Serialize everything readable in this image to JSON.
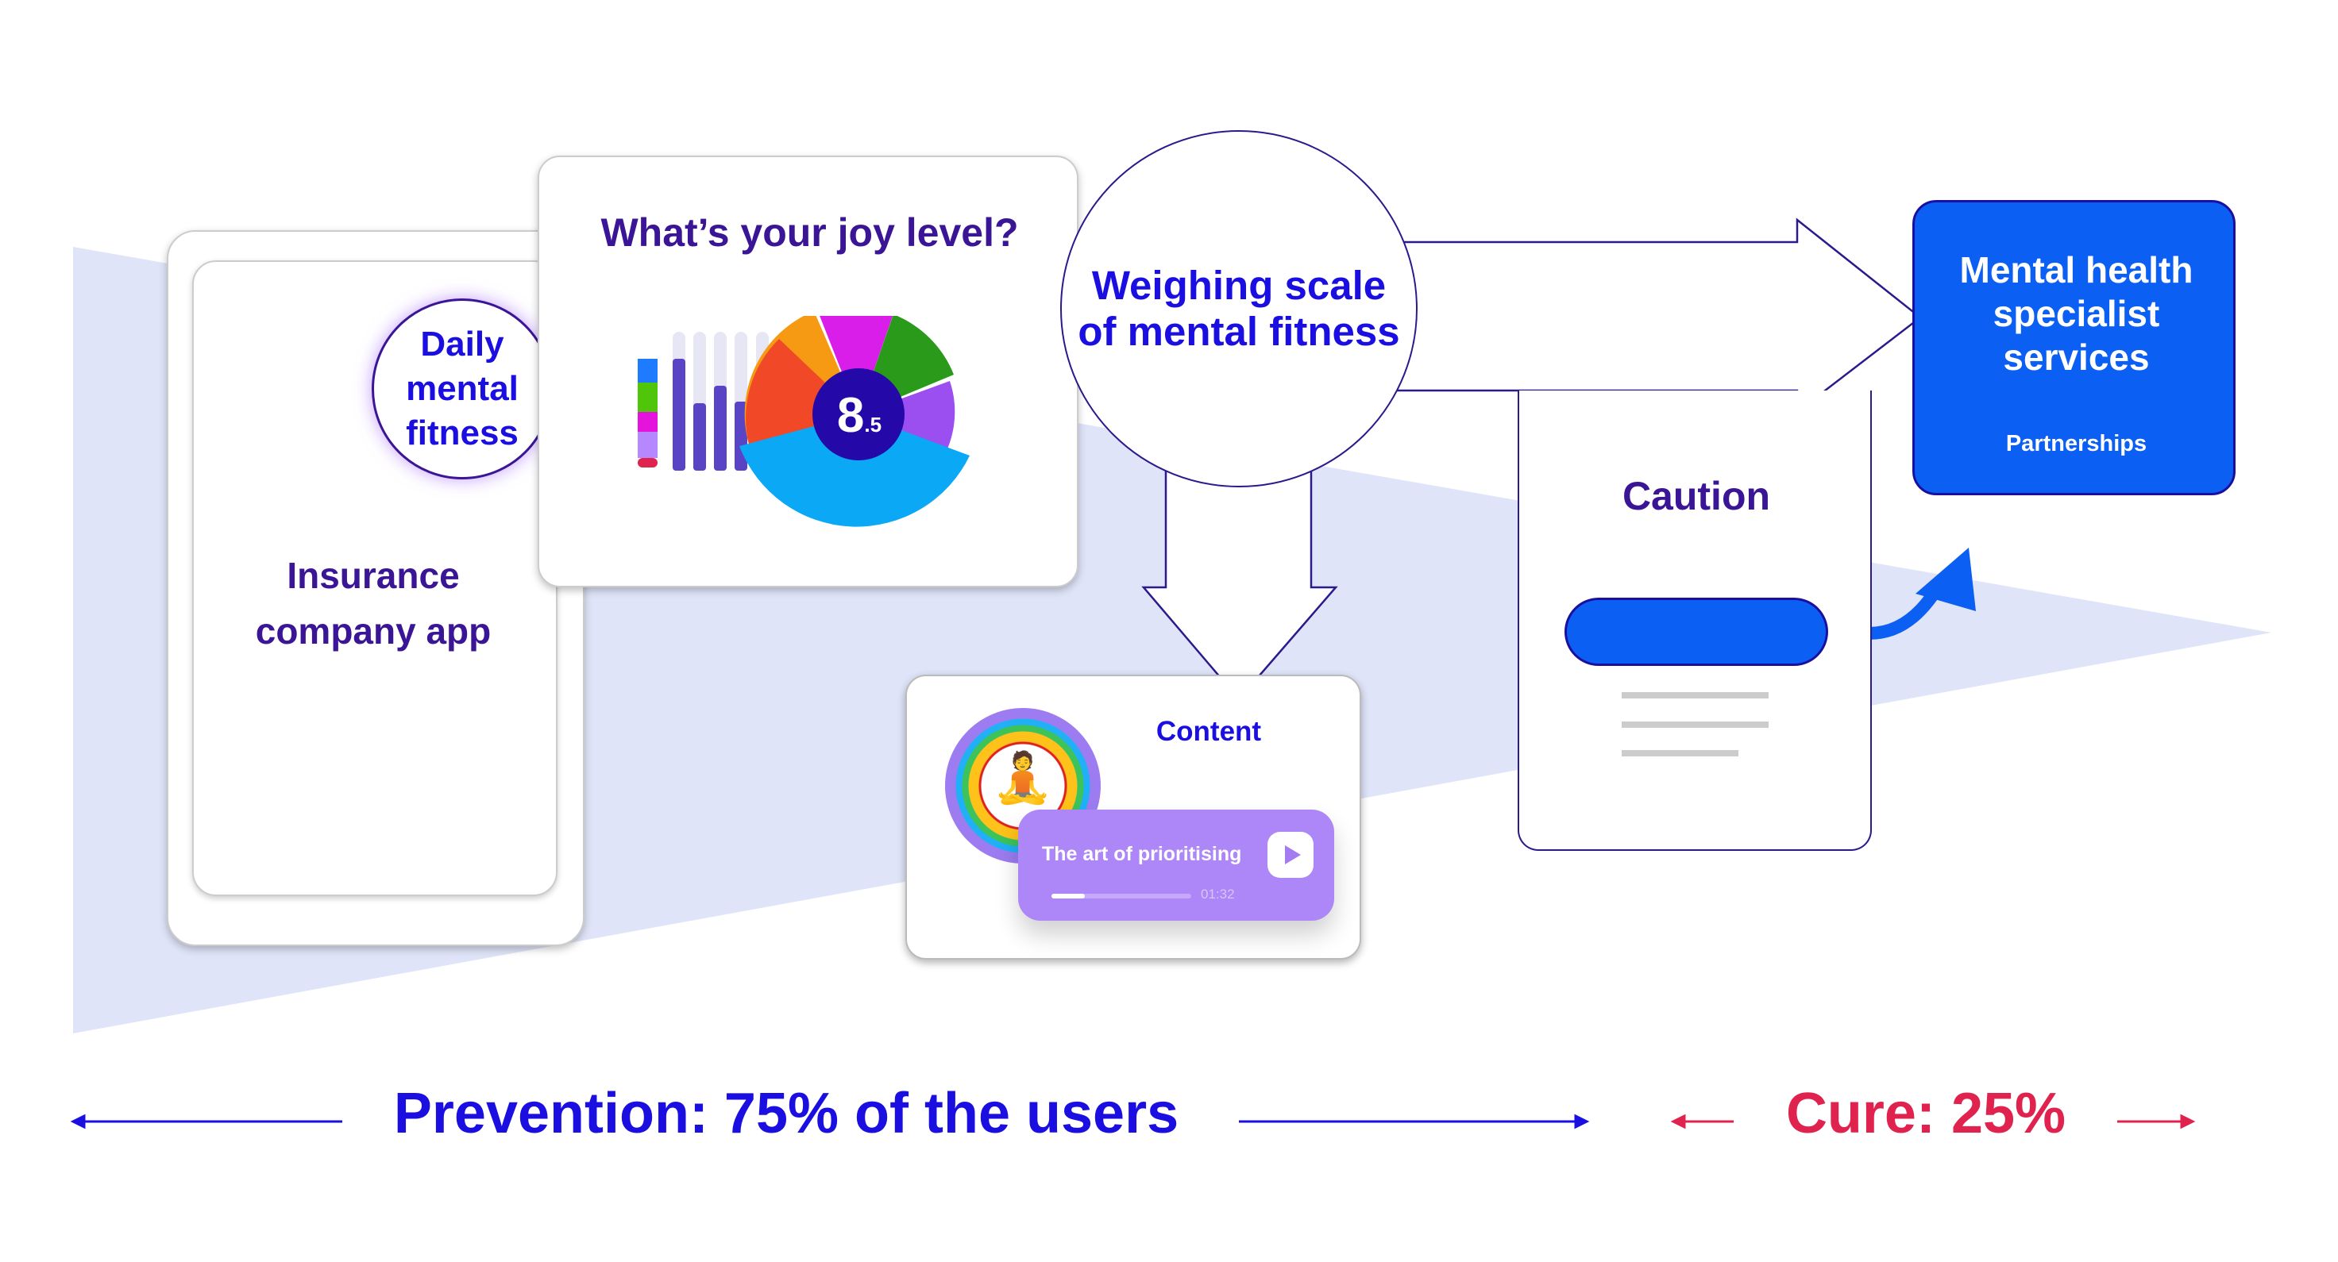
{
  "colors": {
    "primary_blue": "#1a0fe0",
    "dark_purple": "#3a1596",
    "accent_blue": "#0b5ff2",
    "cure_red": "#e0234e",
    "funnel": "#dfe4f8",
    "player_purple": "#ad86f7"
  },
  "insurance_app": {
    "title": "Insurance company app",
    "badge": "Daily mental fitness"
  },
  "joy_card": {
    "title": "What’s your joy level?",
    "score_main": "8",
    "score_decimal": ".5"
  },
  "weighing_scale": {
    "label": "Weighing scale of mental fitness"
  },
  "content_card": {
    "title": "Content",
    "player": {
      "track_title": "The art of prioritising",
      "duration": "01:32",
      "progress": 0.24,
      "play_icon": "play-icon"
    }
  },
  "caution_card": {
    "title": "Caution"
  },
  "specialist": {
    "title": "Mental health specialist services",
    "subtitle": "Partnerships"
  },
  "footer": {
    "prevention": "Prevention: 75% of the users",
    "cure": "Cure: 25%"
  }
}
